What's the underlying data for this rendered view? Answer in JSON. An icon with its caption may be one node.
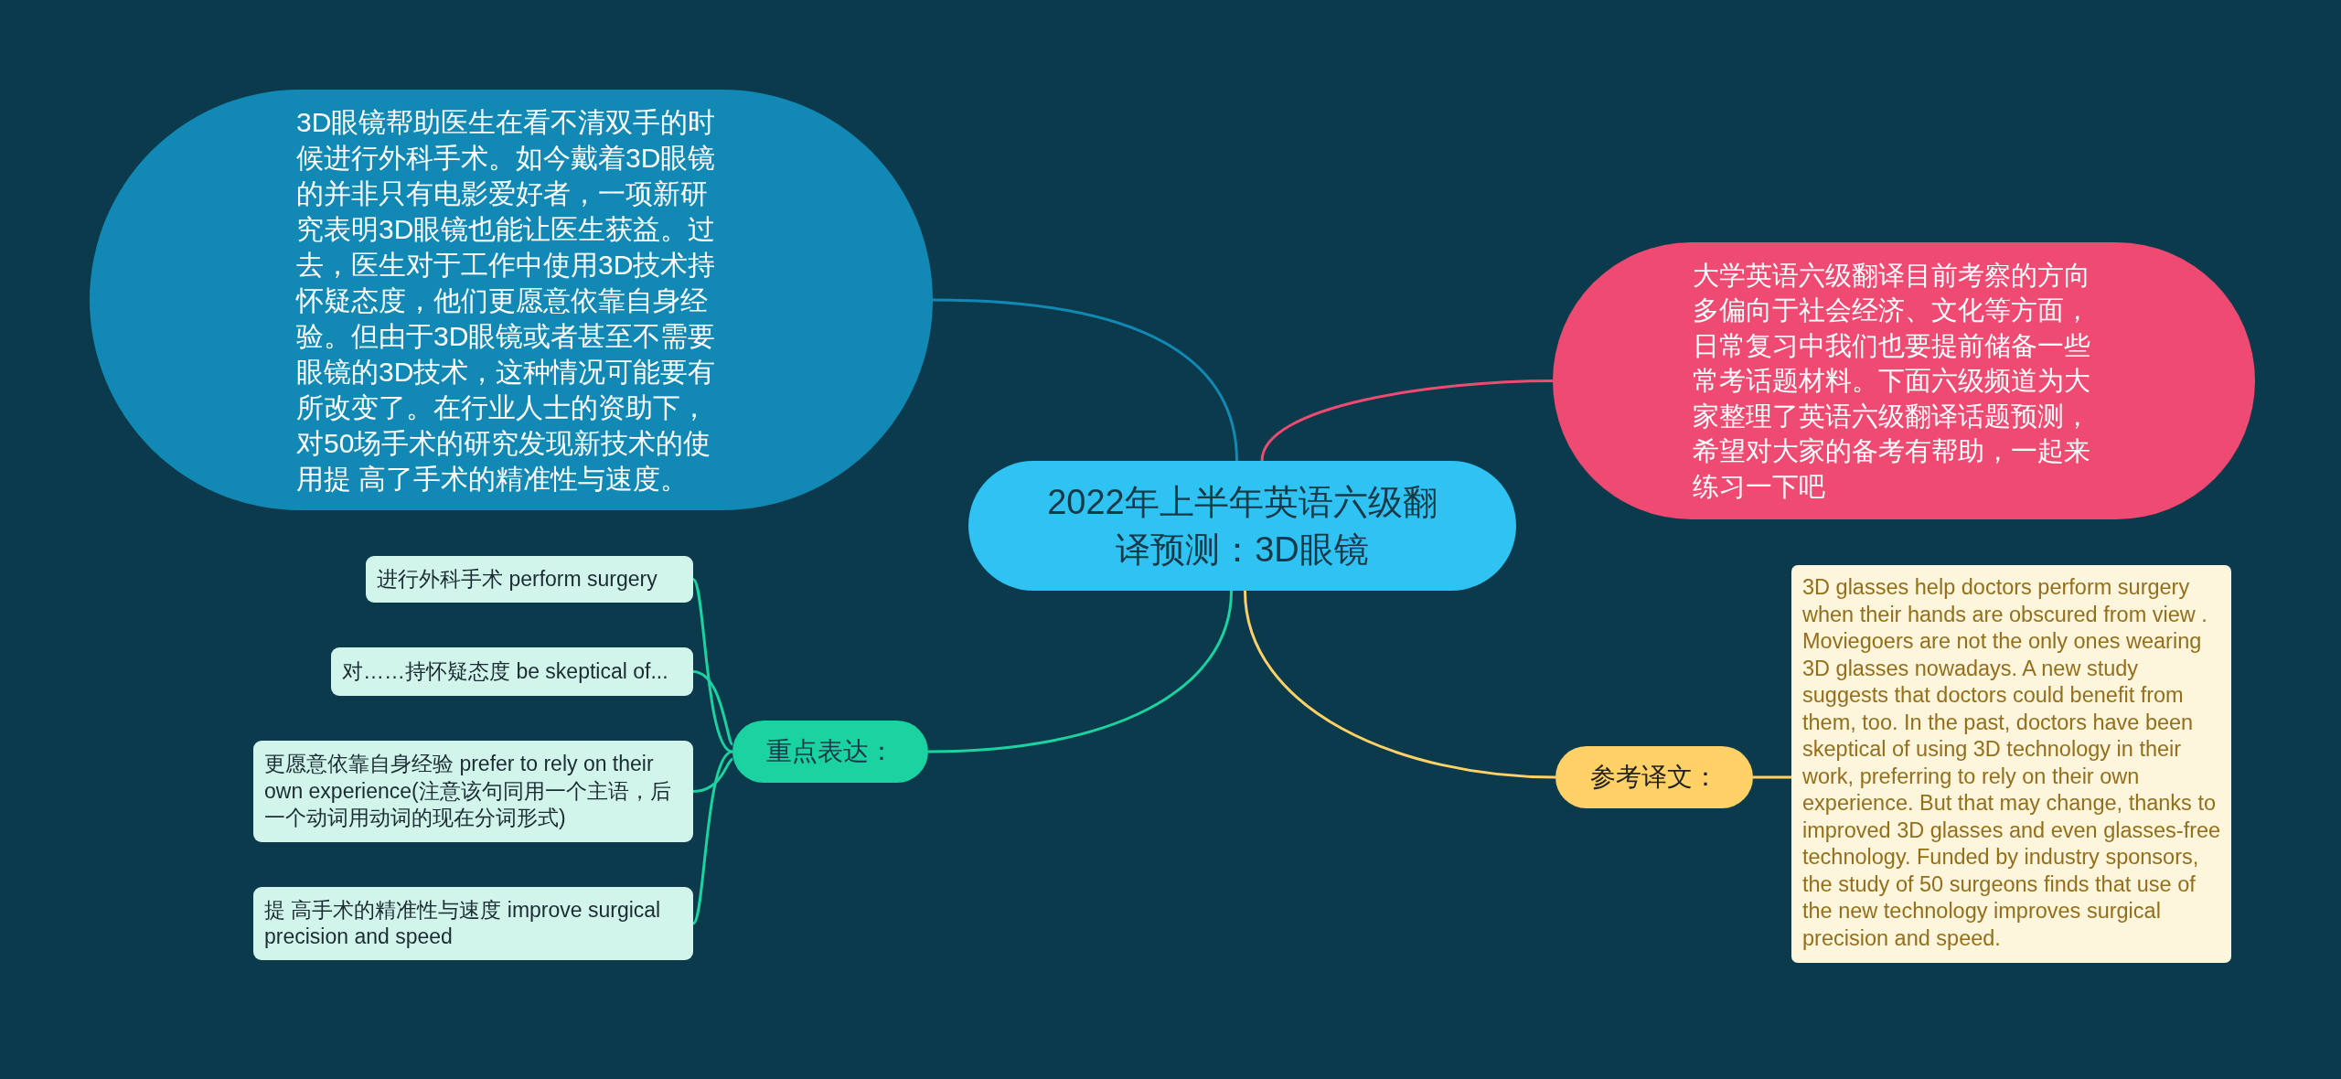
{
  "diagram": {
    "nodes": [
      {
        "text": [
          "2022年上半年英语六级翻译预测：3D眼镜"
        ]
      },
      {
        "text": [
          "3D眼镜帮助医生在看不清双手的时候进行外科手术。如今戴着3D眼镜的并非只有电影爱好者，一项新研究表明3D眼镜也能让医生获益。过去，医生对于工作中使用3D技术持怀疑态度，他们更愿意依靠自身经验。但由于3D眼镜或者甚至不需要眼镜的3D技术，这种情况可能要有所改变了。在行业人士的资助下，对50场手术的研究发现新技术的使用提 高了手术的精准性与速度。"
        ]
      },
      {
        "text": [
          "大学英语六级翻译目前考察的方向多偏向于社会经济、文化等方面，日常复习中我们也要提前储备一些常考话题材料。下面六级频道为大家整理了英语六级翻译话题预测，希望对大家的备考有帮助，一起来练习一下吧"
        ]
      },
      {
        "text": [
          "重点表达："
        ]
      },
      {
        "text": [
          "进行外科手术 perform surgery"
        ]
      },
      {
        "text": [
          "对……持怀疑态度 be skeptical of..."
        ]
      },
      {
        "text": [
          "更愿意依靠自身经验 prefer to rely on their own experience(注意该句同用一个主语，后一个动词用动词的现在分词形式)"
        ]
      },
      {
        "text": [
          "提 高手术的精准性与速度 improve surgical precision and speed"
        ]
      },
      {
        "text": [
          "参考译文："
        ]
      },
      {
        "text": [
          "3D glasses help doctors perform surgery when their hands are obscured from view . Moviegoers are not the only ones wearing 3D glasses nowadays. A new study suggests that doctors could benefit from them, too. In the past, doctors have been skeptical of using 3D technology in their work, preferring to rely on their own experience. But that may change, thanks to improved 3D glasses and even glasses-free technology. Funded by industry sponsors, the study of 50 surgeons finds that use of the new technology improves surgical precision and speed."
        ]
      }
    ],
    "edges": [
      {
        "from": 0,
        "to": 1,
        "arrow": "none",
        "color": "#1289b5"
      },
      {
        "from": 0,
        "to": 2,
        "arrow": "none",
        "color": "#ef4b72"
      },
      {
        "from": 0,
        "to": 3,
        "arrow": "none"
      },
      {
        "from": 3,
        "to": 4,
        "arrow": "none"
      },
      {
        "from": 3,
        "to": 5,
        "arrow": "none"
      },
      {
        "from": 3,
        "to": 6,
        "arrow": "none"
      },
      {
        "from": 3,
        "to": 7,
        "arrow": "none"
      },
      {
        "from": 0,
        "to": 8,
        "arrow": "none",
        "color": "#ffd166"
      },
      {
        "from": 8,
        "to": 9,
        "arrow": "none",
        "color": "#ffd166"
      }
    ]
  }
}
